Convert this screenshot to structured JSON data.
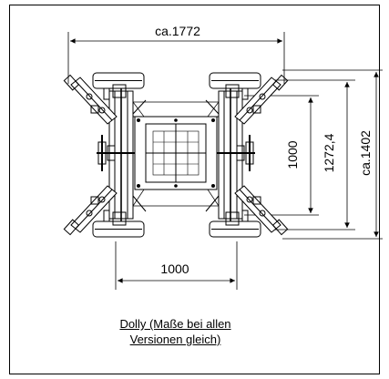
{
  "dimensions": {
    "overall_width": "ca.1772",
    "track_width": "1000",
    "wheelbase": "1000",
    "inner_length": "1272,4",
    "overall_length": "ca.1402"
  },
  "caption": {
    "line1": "Dolly (Maße bei allen",
    "line2": "Versionen gleich)"
  }
}
